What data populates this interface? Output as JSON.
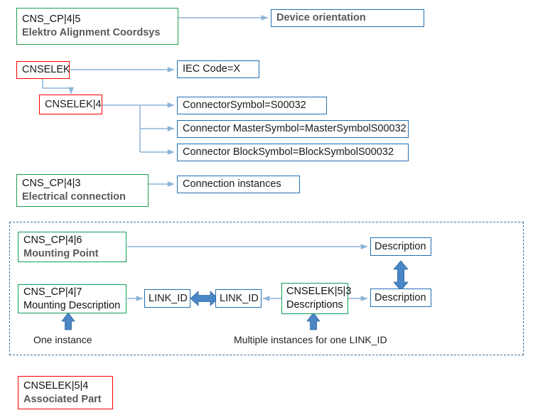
{
  "diagram": {
    "title": "CNS / CNSELEK structure mapping diagram",
    "colors": {
      "green_border": "#1f9d55",
      "red_border": "#ff0000",
      "blue_border": "#1f6fb2",
      "connector_line": "#8db4d8",
      "thick_arrow": "#4a86c5",
      "dashed_border": "#3b6e9b",
      "text_primary": "#111111",
      "text_secondary": "#595959"
    },
    "nodes": {
      "alignment_coordsys": {
        "code": "CNS_CP|4|5",
        "label": "Elektro Alignment Coordsys"
      },
      "device_orientation": {
        "text": "Device orientation"
      },
      "cnselek": {
        "code": "CNSELEK"
      },
      "iec_code": {
        "text": "IEC Code=X"
      },
      "cnselek_4": {
        "code": "CNSELEK|4"
      },
      "connector_symbol": {
        "text": "ConnectorSymbol=S00032"
      },
      "connector_master_symbol": {
        "text": "Connector MasterSymbol=MasterSymbolS00032"
      },
      "connector_block_symbol": {
        "text": "Connector BlockSymbol=BlockSymbolS00032"
      },
      "electrical_connection": {
        "code": "CNS_CP|4|3",
        "label": "Electrical connection"
      },
      "connection_instances": {
        "text": "Connection instances"
      },
      "mounting_point": {
        "code": "CNS_CP|4|6",
        "label": "Mounting Point"
      },
      "mounting_description": {
        "code": "CNS_CP|4|7",
        "label": "Mounting Description"
      },
      "link_id_left": {
        "text": "LINK_ID"
      },
      "link_id_right": {
        "text": "LINK_ID"
      },
      "descriptions": {
        "code": "CNSELEK|5|3",
        "label": "Descriptions"
      },
      "description_top": {
        "text": "Description"
      },
      "description_bottom": {
        "text": "Description"
      },
      "associated_part": {
        "code": "CNSELEK|5|4",
        "label": "Associated Part"
      }
    },
    "captions": {
      "one_instance": "One instance",
      "multiple_instances": "Multiple instances for one LINK_ID"
    }
  }
}
